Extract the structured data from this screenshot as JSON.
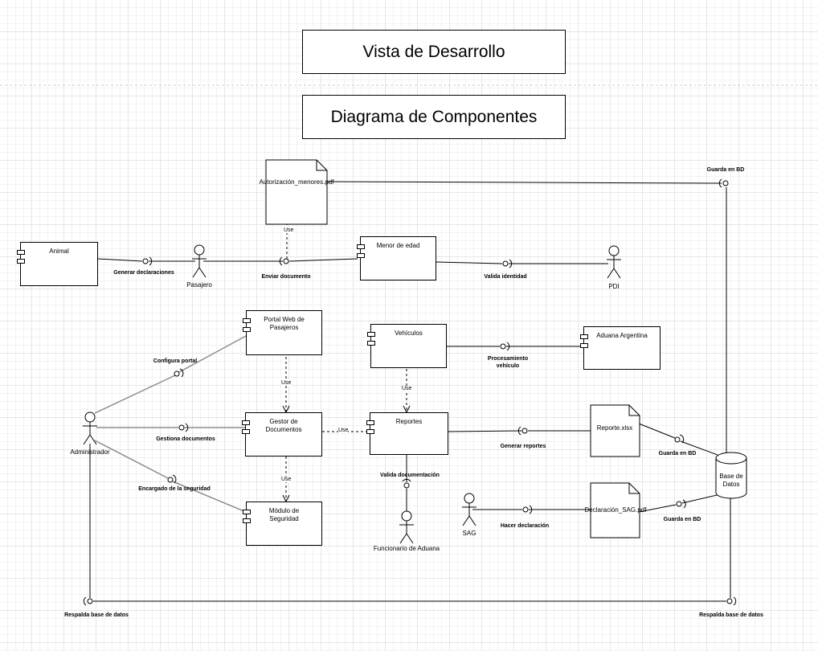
{
  "titles": {
    "view": "Vista de Desarrollo",
    "diagram": "Diagrama de Componentes"
  },
  "components": {
    "animal": "Animal",
    "menor": "Menor de edad",
    "portal": "Portal Web de Pasajeros",
    "vehiculos": "Vehículos",
    "aduana_arg": "Aduana Argentina",
    "gestor": "Gestor de Documentos",
    "reportes": "Reportes",
    "seguridad": "Módulo de Seguridad"
  },
  "documents": {
    "autorizacion": "Autorización_menores.pdf",
    "reporte": "Reporte.xlsx",
    "declaracion": "Declaración_SAG.pdf"
  },
  "database": {
    "label_line1": "Base de",
    "label_line2": "Datos"
  },
  "actors": {
    "pasajero": "Pasajero",
    "pdi": "PDI",
    "administrador": "Administrador",
    "funcionario": "Funcionario de Aduana",
    "sag": "SAG"
  },
  "interfaces": {
    "generar_declaraciones": "Generar declaraciones",
    "enviar_documento": "Enviar documento",
    "valida_identidad": "Valida identidad",
    "guarda_bd_top": "Guarda en BD",
    "configura_portal": "Configura portal",
    "procesamiento_line1": "Procesamiento",
    "procesamiento_line2": "vehículo",
    "gestiona_documentos": "Gestiona documentos",
    "generar_reportes": "Generar reportes",
    "guarda_bd_reporte": "Guarda en BD",
    "encargado_seguridad": "Encargado de la seguridad",
    "valida_documentacion": "Valida documentación",
    "hacer_declaracion": "Hacer declaración",
    "guarda_bd_sag": "Guarda en BD",
    "respalda_left": "Respalda base de datos",
    "respalda_right": "Respalda base de datos"
  },
  "dependencies": {
    "use_autorizacion": "Use",
    "use_portal": "Use",
    "use_vehiculos": "Use",
    "use_gestor": "Use",
    "use_seguridad": "Use"
  }
}
